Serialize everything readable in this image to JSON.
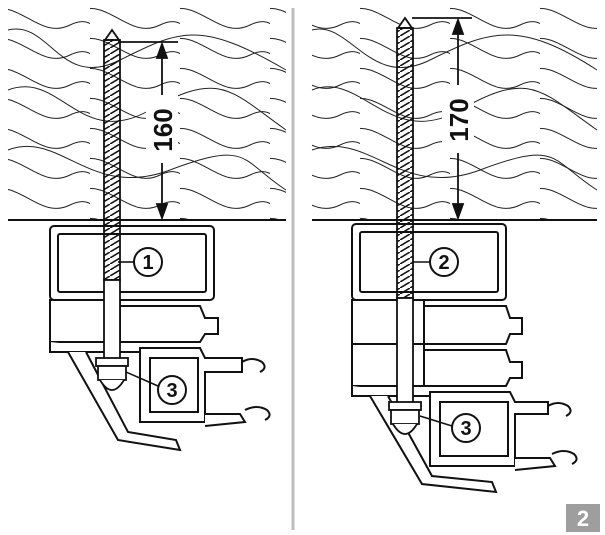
{
  "panels": {
    "left": {
      "dimension": "160",
      "callouts": {
        "top": "1",
        "bottom": "3"
      }
    },
    "right": {
      "dimension": "170",
      "callouts": {
        "top": "2",
        "bottom": "3"
      }
    }
  },
  "figure_number": "2",
  "colors": {
    "line": "#111111",
    "wood_hatch": "#222222",
    "divider": "#bdbdbd",
    "badge": "#9e9e9e"
  }
}
